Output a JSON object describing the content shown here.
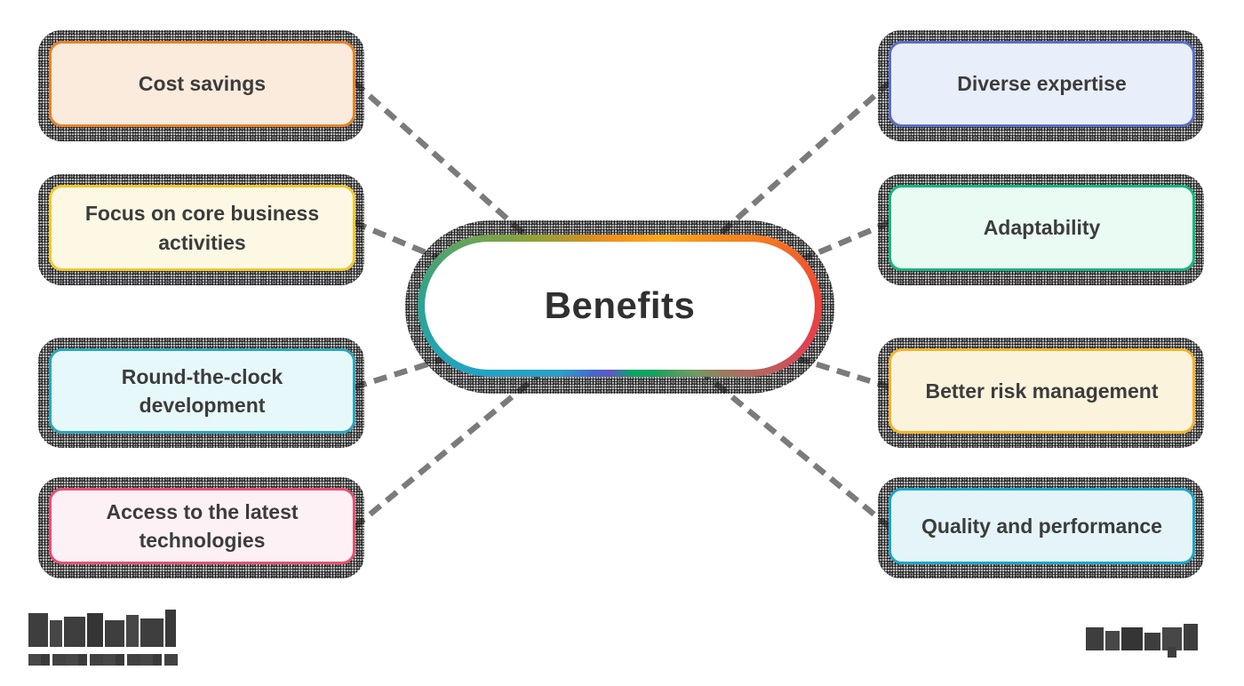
{
  "diagram": {
    "background_color": "#FFFFFF",
    "text_color": "#3C3C3C",
    "connector_color": "#7B7B7B",
    "center": {
      "label": "Benefits",
      "fill_color": "#FFFFFF",
      "ring_gradient": [
        {
          "color": "#F6921E",
          "deg": 0
        },
        {
          "color": "#FBAA1C",
          "deg": 35
        },
        {
          "color": "#F58220",
          "deg": 62
        },
        {
          "color": "#EF4136",
          "deg": 88
        },
        {
          "color": "#E04155",
          "deg": 102
        },
        {
          "color": "#B06B5F",
          "deg": 118
        },
        {
          "color": "#6E9C62",
          "deg": 132
        },
        {
          "color": "#16A15F",
          "deg": 152
        },
        {
          "color": "#0CA567",
          "deg": 170
        },
        {
          "color": "#5E57C4",
          "deg": 188
        },
        {
          "color": "#4468D1",
          "deg": 203
        },
        {
          "color": "#2C9FC9",
          "deg": 222
        },
        {
          "color": "#23A3C2",
          "deg": 246
        },
        {
          "color": "#2BA48F",
          "deg": 272
        },
        {
          "color": "#8BA23C",
          "deg": 305
        },
        {
          "color": "#D78F25",
          "deg": 335
        },
        {
          "color": "#F6921E",
          "deg": 360
        }
      ]
    },
    "left_nodes": [
      {
        "label": "Cost savings",
        "border_color": "#E8822B",
        "fill_color": "#FAEBDC"
      },
      {
        "label": "Focus on core business activities",
        "border_color": "#F2C72E",
        "fill_color": "#FCF8E3"
      },
      {
        "label": "Round-the-clock development",
        "border_color": "#2AA6BB",
        "fill_color": "#E7F8FB"
      },
      {
        "label": "Access to the latest technologies",
        "border_color": "#E85070",
        "fill_color": "#FDF1F5"
      }
    ],
    "right_nodes": [
      {
        "label": "Diverse expertise",
        "border_color": "#5A6FC7",
        "fill_color": "#E9EEFB"
      },
      {
        "label": "Adaptability",
        "border_color": "#17B77E",
        "fill_color": "#EAFBF4"
      },
      {
        "label": "Better risk management",
        "border_color": "#F2B32C",
        "fill_color": "#FBF3DC"
      },
      {
        "label": "Quality and performance",
        "border_color": "#1BA7C6",
        "fill_color": "#E4F4F9"
      }
    ],
    "watermarks": {
      "bottom_left": "pixelated logo (illegible)",
      "bottom_right": "pixelated logo (illegible)"
    }
  }
}
